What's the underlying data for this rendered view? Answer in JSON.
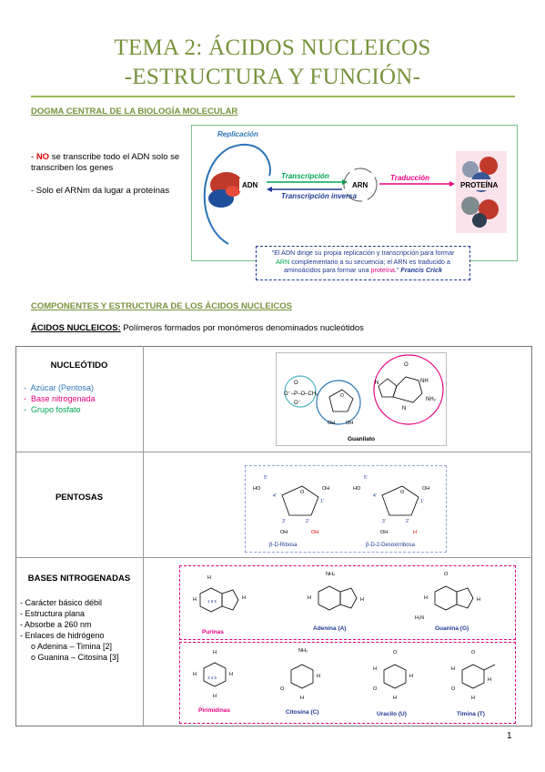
{
  "header": {
    "title_line1": "TEMA 2: ÁCIDOS NUCLEICOS",
    "title_line2": "-ESTRUCTURA Y FUNCIÓN-"
  },
  "dogma": {
    "heading": "DOGMA CENTRAL DE LA BIOLOGÍA MOLECULAR",
    "bullet1_no": "NO",
    "bullet1_dash": "- ",
    "bullet1_rest": " se transcribe todo el ADN solo se transcriben los genes",
    "bullet2": "- Solo el ARNm da lugar a proteínas",
    "diagram": {
      "replicacion": "Replicación",
      "adn": "ADN",
      "transcripcion": "Transcripción",
      "transcripcion_inversa": "Transcripción inversa",
      "arn": "ARN",
      "traduccion": "Traducción",
      "proteina": "PROTEÍNA"
    },
    "quote": {
      "part1": "\"El ADN dirige su propia replicación y transcripción para formar",
      "arn": "ARN",
      "part2": " complementario a su secuencia; el ARN es traducido a",
      "part3": "aminoácidos para formar una ",
      "proteina": "proteína",
      "part4": ".\" ",
      "author": "Francis Crick"
    }
  },
  "componentes": {
    "heading": "COMPONENTES Y ESTRUCTURA DE LOS ÁCIDOS NUCLEICOS",
    "subtitle_bold": "ÁCIDOS NUCLEICOS:",
    "subtitle_rest": " Polímeros formados por monómeros denominados nucleótidos"
  },
  "table": {
    "nucleotido": {
      "heading": "NUCLEÓTIDO",
      "items": [
        {
          "text": "Azúcar (Pentosa)",
          "color": "#2e75b6"
        },
        {
          "text": "Base nitrogenada",
          "color": "#e6007e"
        },
        {
          "text": "Grupo fosfato",
          "color": "#00a651"
        }
      ],
      "figure_label": "Guanilato"
    },
    "pentosas": {
      "heading": "PENTOSAS",
      "ribosa_label": "β-D-Ribosa",
      "desoxi_label": "β-D-2-Desoxirribosa"
    },
    "bases": {
      "heading": "BASES NITROGENADAS",
      "items": [
        "- Carácter básico débil",
        "- Estructura plana",
        "- Absorbe a 260 nm",
        "- Enlaces de hidrógeno"
      ],
      "subitems": [
        "o Adenina – Timina [2]",
        "o Guanina – Citosina [3]"
      ],
      "purinas": "Purinas",
      "adenina": "Adenina (A)",
      "guanina": "Guanina (G)",
      "pirimidinas": "Pirimidinas",
      "citosina": "Citosina (C)",
      "uracilo": "Uracilo (U)",
      "timina": "Timina (T)"
    }
  },
  "footer": {
    "page_number": "1"
  },
  "colors": {
    "title_green": "#77933c",
    "accent_pink": "#e6007e",
    "accent_navy": "#1f3a93"
  }
}
